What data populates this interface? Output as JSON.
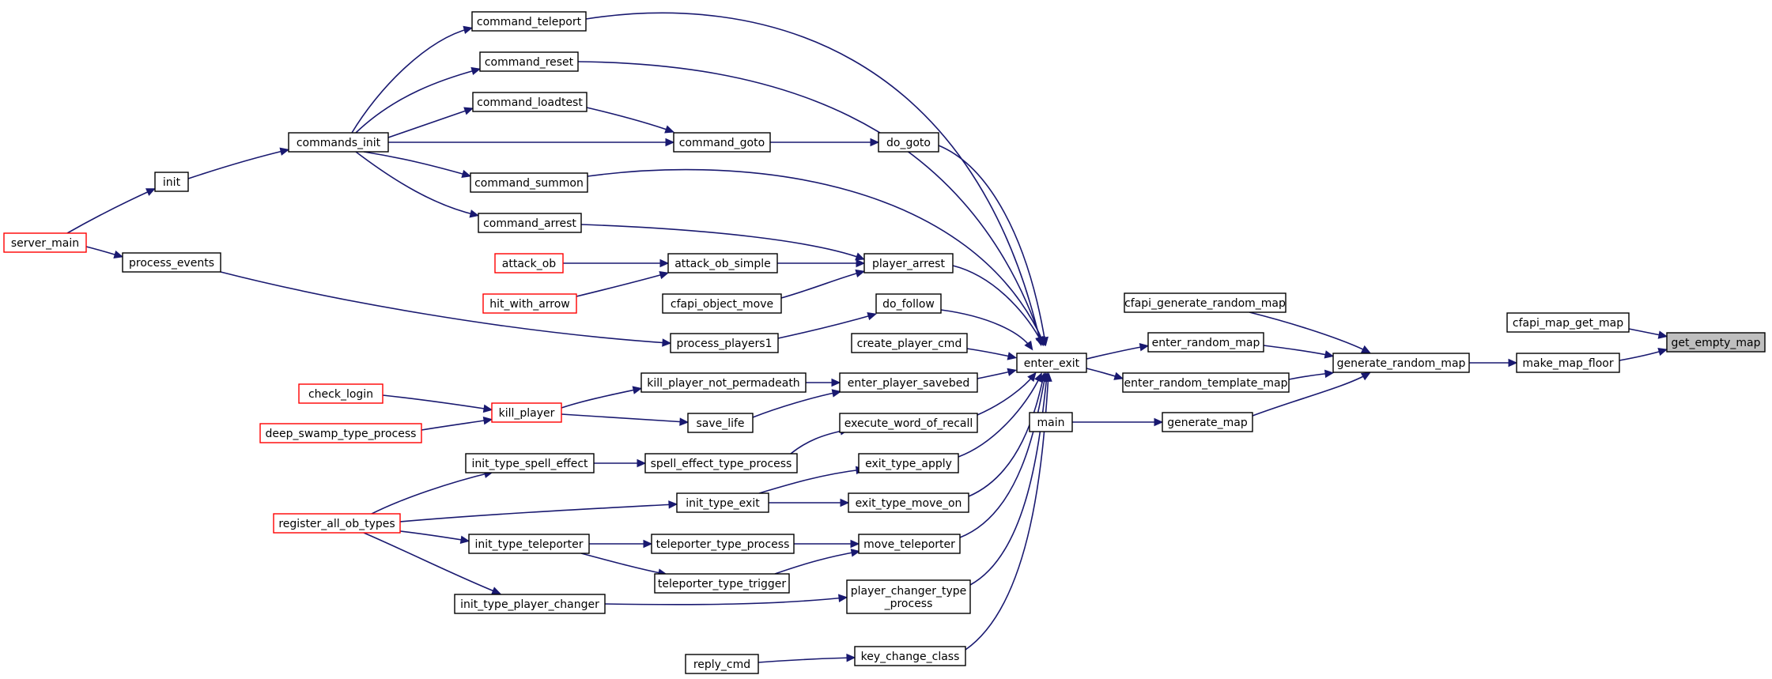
{
  "colors": {
    "edge": "#191970",
    "node_border": "#000000",
    "truncated_border": "#ff0000",
    "focus_fill": "#bfbfbf",
    "background": "#ffffff"
  },
  "diagram": {
    "kind": "caller-graph",
    "nodes": [
      {
        "id": "get_empty_map",
        "label": "get_empty_map",
        "style": "focus"
      },
      {
        "id": "cfapi_map_get_map",
        "label": "cfapi_map_get_map",
        "style": "normal"
      },
      {
        "id": "make_map_floor",
        "label": "make_map_floor",
        "style": "normal"
      },
      {
        "id": "generate_random_map",
        "label": "generate_random_map",
        "style": "normal"
      },
      {
        "id": "cfapi_generate_random_map",
        "label": "cfapi_generate_random_map",
        "style": "normal"
      },
      {
        "id": "enter_random_map",
        "label": "enter_random_map",
        "style": "normal"
      },
      {
        "id": "enter_random_template_map",
        "label": "enter_random_template_map",
        "style": "normal"
      },
      {
        "id": "generate_map",
        "label": "generate_map",
        "style": "normal"
      },
      {
        "id": "main",
        "label": "main",
        "style": "normal"
      },
      {
        "id": "enter_exit",
        "label": "enter_exit",
        "style": "normal"
      },
      {
        "id": "command_teleport",
        "label": "command_teleport",
        "style": "normal"
      },
      {
        "id": "command_reset",
        "label": "command_reset",
        "style": "normal"
      },
      {
        "id": "command_loadtest",
        "label": "command_loadtest",
        "style": "normal"
      },
      {
        "id": "commands_init",
        "label": "commands_init",
        "style": "normal"
      },
      {
        "id": "command_goto",
        "label": "command_goto",
        "style": "normal"
      },
      {
        "id": "do_goto",
        "label": "do_goto",
        "style": "normal"
      },
      {
        "id": "init",
        "label": "init",
        "style": "normal"
      },
      {
        "id": "command_summon",
        "label": "command_summon",
        "style": "normal"
      },
      {
        "id": "server_main",
        "label": "server_main",
        "style": "truncated"
      },
      {
        "id": "command_arrest",
        "label": "command_arrest",
        "style": "normal"
      },
      {
        "id": "process_events",
        "label": "process_events",
        "style": "normal"
      },
      {
        "id": "attack_ob",
        "label": "attack_ob",
        "style": "truncated"
      },
      {
        "id": "attack_ob_simple",
        "label": "attack_ob_simple",
        "style": "normal"
      },
      {
        "id": "player_arrest",
        "label": "player_arrest",
        "style": "normal"
      },
      {
        "id": "hit_with_arrow",
        "label": "hit_with_arrow",
        "style": "truncated"
      },
      {
        "id": "cfapi_object_move",
        "label": "cfapi_object_move",
        "style": "normal"
      },
      {
        "id": "do_follow",
        "label": "do_follow",
        "style": "normal"
      },
      {
        "id": "process_players1",
        "label": "process_players1",
        "style": "normal"
      },
      {
        "id": "create_player_cmd",
        "label": "create_player_cmd",
        "style": "normal"
      },
      {
        "id": "check_login",
        "label": "check_login",
        "style": "truncated"
      },
      {
        "id": "kill_player_not_permadeath",
        "label": "kill_player_not_permadeath",
        "style": "normal"
      },
      {
        "id": "enter_player_savebed",
        "label": "enter_player_savebed",
        "style": "normal"
      },
      {
        "id": "kill_player",
        "label": "kill_player",
        "style": "truncated"
      },
      {
        "id": "deep_swamp_type_process",
        "label": "deep_swamp_type_process",
        "style": "truncated"
      },
      {
        "id": "save_life",
        "label": "save_life",
        "style": "normal"
      },
      {
        "id": "execute_word_of_recall",
        "label": "execute_word_of_recall",
        "style": "normal"
      },
      {
        "id": "init_type_spell_effect",
        "label": "init_type_spell_effect",
        "style": "normal"
      },
      {
        "id": "spell_effect_type_process",
        "label": "spell_effect_type_process",
        "style": "normal"
      },
      {
        "id": "exit_type_apply",
        "label": "exit_type_apply",
        "style": "normal"
      },
      {
        "id": "init_type_exit",
        "label": "init_type_exit",
        "style": "normal"
      },
      {
        "id": "exit_type_move_on",
        "label": "exit_type_move_on",
        "style": "normal"
      },
      {
        "id": "register_all_ob_types",
        "label": "register_all_ob_types",
        "style": "truncated"
      },
      {
        "id": "init_type_teleporter",
        "label": "init_type_teleporter",
        "style": "normal"
      },
      {
        "id": "teleporter_type_process",
        "label": "teleporter_type_process",
        "style": "normal"
      },
      {
        "id": "move_teleporter",
        "label": "move_teleporter",
        "style": "normal"
      },
      {
        "id": "teleporter_type_trigger",
        "label": "teleporter_type_trigger",
        "style": "normal"
      },
      {
        "id": "init_type_player_changer",
        "label": "init_type_player_changer",
        "style": "normal"
      },
      {
        "id": "player_changer_type_process",
        "label": "player_changer_type\n_process",
        "style": "normal"
      },
      {
        "id": "reply_cmd",
        "label": "reply_cmd",
        "style": "normal"
      },
      {
        "id": "key_change_class",
        "label": "key_change_class",
        "style": "normal"
      }
    ],
    "edges": [
      [
        "cfapi_map_get_map",
        "get_empty_map"
      ],
      [
        "make_map_floor",
        "get_empty_map"
      ],
      [
        "generate_random_map",
        "make_map_floor"
      ],
      [
        "cfapi_generate_random_map",
        "generate_random_map"
      ],
      [
        "enter_random_map",
        "generate_random_map"
      ],
      [
        "enter_random_template_map",
        "generate_random_map"
      ],
      [
        "generate_map",
        "generate_random_map"
      ],
      [
        "main",
        "generate_map"
      ],
      [
        "enter_exit",
        "enter_random_map"
      ],
      [
        "enter_exit",
        "enter_random_template_map"
      ],
      [
        "command_teleport",
        "enter_exit"
      ],
      [
        "command_reset",
        "enter_exit"
      ],
      [
        "do_goto",
        "enter_exit"
      ],
      [
        "command_summon",
        "enter_exit"
      ],
      [
        "player_arrest",
        "enter_exit"
      ],
      [
        "do_follow",
        "enter_exit"
      ],
      [
        "create_player_cmd",
        "enter_exit"
      ],
      [
        "enter_player_savebed",
        "enter_exit"
      ],
      [
        "execute_word_of_recall",
        "enter_exit"
      ],
      [
        "exit_type_apply",
        "enter_exit"
      ],
      [
        "exit_type_move_on",
        "enter_exit"
      ],
      [
        "move_teleporter",
        "enter_exit"
      ],
      [
        "player_changer_type_process",
        "enter_exit"
      ],
      [
        "key_change_class",
        "enter_exit"
      ],
      [
        "commands_init",
        "command_teleport"
      ],
      [
        "commands_init",
        "command_reset"
      ],
      [
        "commands_init",
        "command_loadtest"
      ],
      [
        "commands_init",
        "command_goto"
      ],
      [
        "commands_init",
        "command_summon"
      ],
      [
        "commands_init",
        "command_arrest"
      ],
      [
        "command_loadtest",
        "command_goto"
      ],
      [
        "command_goto",
        "do_goto"
      ],
      [
        "init",
        "commands_init"
      ],
      [
        "server_main",
        "init"
      ],
      [
        "server_main",
        "process_events"
      ],
      [
        "command_arrest",
        "player_arrest"
      ],
      [
        "attack_ob_simple",
        "player_arrest"
      ],
      [
        "cfapi_object_move",
        "player_arrest"
      ],
      [
        "attack_ob",
        "attack_ob_simple"
      ],
      [
        "hit_with_arrow",
        "attack_ob_simple"
      ],
      [
        "process_events",
        "process_players1"
      ],
      [
        "process_players1",
        "do_follow"
      ],
      [
        "kill_player_not_permadeath",
        "enter_player_savebed"
      ],
      [
        "save_life",
        "enter_player_savebed"
      ],
      [
        "kill_player",
        "kill_player_not_permadeath"
      ],
      [
        "kill_player",
        "save_life"
      ],
      [
        "check_login",
        "kill_player"
      ],
      [
        "deep_swamp_type_process",
        "kill_player"
      ],
      [
        "spell_effect_type_process",
        "execute_word_of_recall"
      ],
      [
        "init_type_spell_effect",
        "spell_effect_type_process"
      ],
      [
        "register_all_ob_types",
        "init_type_spell_effect"
      ],
      [
        "init_type_exit",
        "exit_type_apply"
      ],
      [
        "init_type_exit",
        "exit_type_move_on"
      ],
      [
        "register_all_ob_types",
        "init_type_exit"
      ],
      [
        "register_all_ob_types",
        "init_type_teleporter"
      ],
      [
        "register_all_ob_types",
        "init_type_player_changer"
      ],
      [
        "init_type_teleporter",
        "teleporter_type_process"
      ],
      [
        "init_type_teleporter",
        "teleporter_type_trigger"
      ],
      [
        "teleporter_type_process",
        "move_teleporter"
      ],
      [
        "teleporter_type_trigger",
        "move_teleporter"
      ],
      [
        "init_type_player_changer",
        "player_changer_type_process"
      ],
      [
        "reply_cmd",
        "key_change_class"
      ]
    ]
  }
}
